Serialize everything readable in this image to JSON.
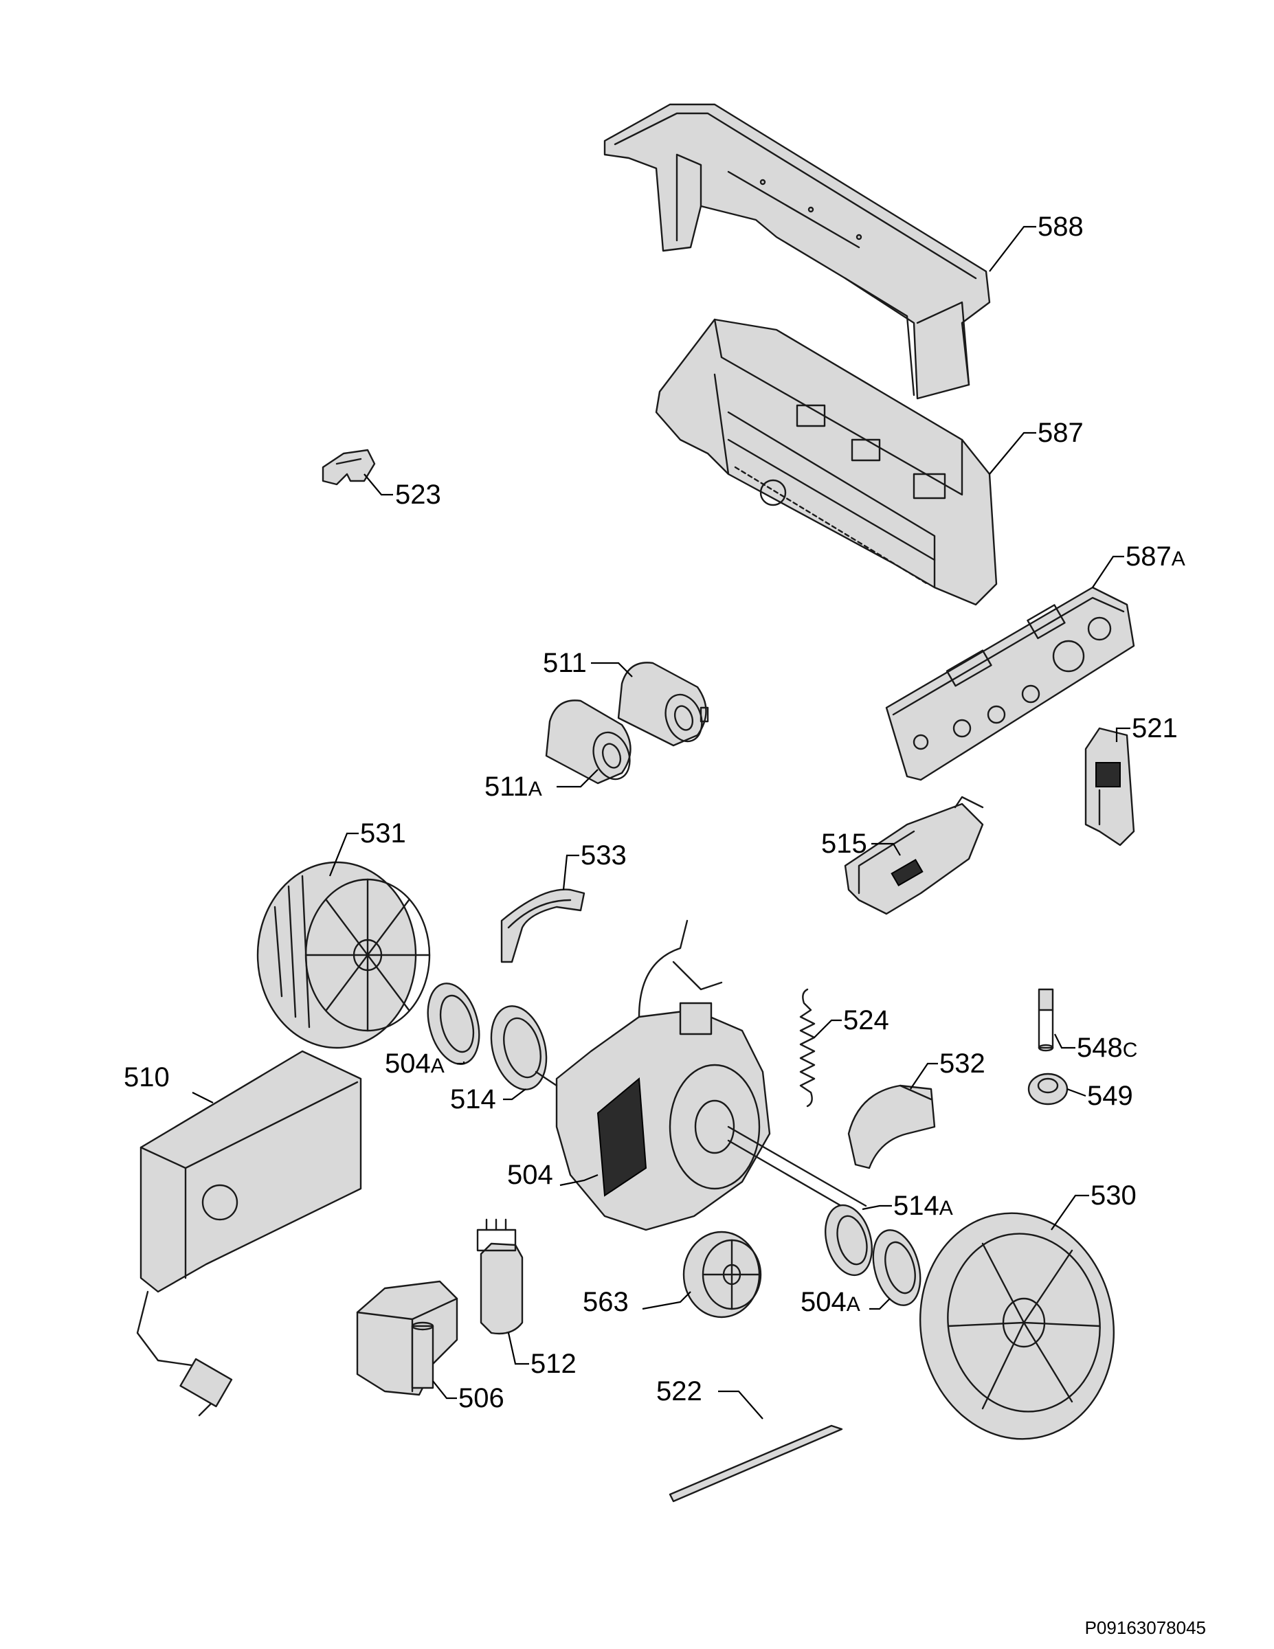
{
  "drawing_code": "P09163078045",
  "callouts": [
    {
      "id": "c588",
      "number": "588",
      "suffix": ""
    },
    {
      "id": "c587",
      "number": "587",
      "suffix": ""
    },
    {
      "id": "c587A",
      "number": "587",
      "suffix": "A"
    },
    {
      "id": "c523",
      "number": "523",
      "suffix": ""
    },
    {
      "id": "c511",
      "number": "511",
      "suffix": ""
    },
    {
      "id": "c511A",
      "number": "511",
      "suffix": "A"
    },
    {
      "id": "c521",
      "number": "521",
      "suffix": ""
    },
    {
      "id": "c515",
      "number": "515",
      "suffix": ""
    },
    {
      "id": "c531",
      "number": "531",
      "suffix": ""
    },
    {
      "id": "c533",
      "number": "533",
      "suffix": ""
    },
    {
      "id": "c524",
      "number": "524",
      "suffix": ""
    },
    {
      "id": "c548C",
      "number": "548",
      "suffix": "C"
    },
    {
      "id": "c532",
      "number": "532",
      "suffix": ""
    },
    {
      "id": "c549",
      "number": "549",
      "suffix": ""
    },
    {
      "id": "c504A1",
      "number": "504",
      "suffix": "A"
    },
    {
      "id": "c514",
      "number": "514",
      "suffix": ""
    },
    {
      "id": "c510",
      "number": "510",
      "suffix": ""
    },
    {
      "id": "c504",
      "number": "504",
      "suffix": ""
    },
    {
      "id": "c514A",
      "number": "514",
      "suffix": "A"
    },
    {
      "id": "c530",
      "number": "530",
      "suffix": ""
    },
    {
      "id": "c563",
      "number": "563",
      "suffix": ""
    },
    {
      "id": "c504A2",
      "number": "504",
      "suffix": "A"
    },
    {
      "id": "c512",
      "number": "512",
      "suffix": ""
    },
    {
      "id": "c506",
      "number": "506",
      "suffix": ""
    },
    {
      "id": "c522",
      "number": "522",
      "suffix": ""
    }
  ]
}
